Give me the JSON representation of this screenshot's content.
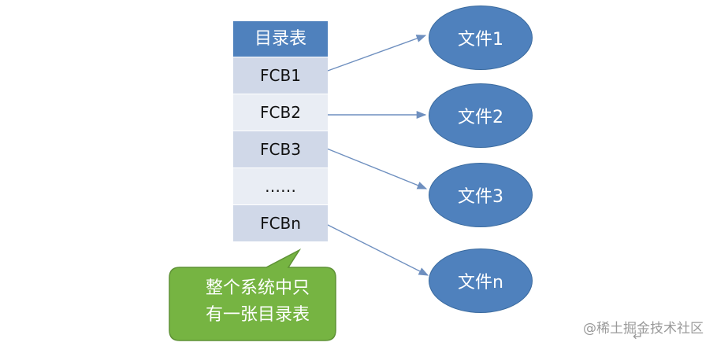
{
  "directory": {
    "header": "目录表",
    "rows": [
      "FCB1",
      "FCB2",
      "FCB3",
      "……",
      "FCBn"
    ]
  },
  "files": [
    "文件1",
    "文件2",
    "文件3",
    "文件n"
  ],
  "callout": {
    "line1": "整个系统中只",
    "line2": "有一张目录表"
  },
  "watermark": "@稀土掘金技术社区",
  "icons": {
    "enter": "enter-return-icon"
  },
  "colors": {
    "header_blue": "#4F81BD",
    "row_dark": "#D0D8E8",
    "row_light": "#E9EDF4",
    "ellipse_blue": "#4F81BD",
    "callout_green": "#76B442",
    "arrow": "#6E8FBF"
  }
}
